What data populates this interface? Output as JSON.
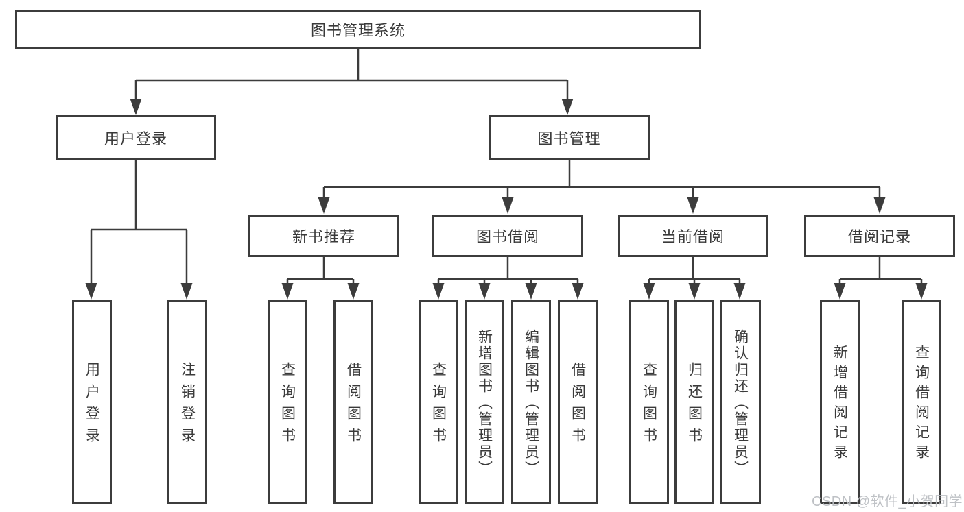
{
  "diagram": {
    "root": {
      "label": "图书管理系统"
    },
    "branches": [
      {
        "label": "用户登录",
        "children": [
          {
            "label": "用户登录"
          },
          {
            "label": "注销登录"
          }
        ]
      },
      {
        "label": "图书管理",
        "children": [
          {
            "label": "新书推荐",
            "children": [
              {
                "label": "查询图书"
              },
              {
                "label": "借阅图书"
              }
            ]
          },
          {
            "label": "图书借阅",
            "children": [
              {
                "label": "查询图书"
              },
              {
                "label": "新增图书（管理员）"
              },
              {
                "label": "编辑图书（管理员）"
              },
              {
                "label": "借阅图书"
              }
            ]
          },
          {
            "label": "当前借阅",
            "children": [
              {
                "label": "查询图书"
              },
              {
                "label": "归还图书"
              },
              {
                "label": "确认归还（管理员）"
              }
            ]
          },
          {
            "label": "借阅记录",
            "children": [
              {
                "label": "新增借阅记录"
              },
              {
                "label": "查询借阅记录"
              }
            ]
          }
        ]
      }
    ]
  },
  "watermark": {
    "text": "CSDN @软件_小贺同学"
  },
  "colors": {
    "line": "#3c3c3c",
    "text": "#3a3a3a",
    "watermark": "#bbbec2",
    "background": "#ffffff"
  }
}
